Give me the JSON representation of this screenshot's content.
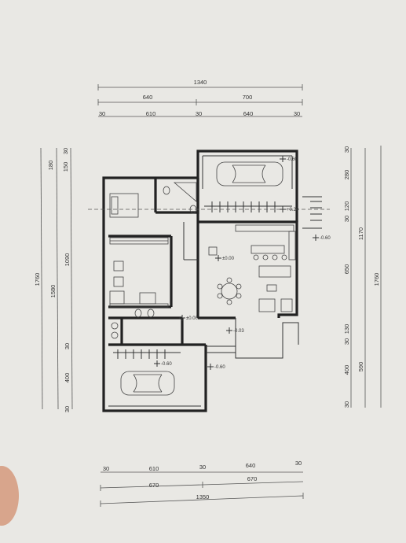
{
  "top_dims": {
    "total": "1340",
    "left": "640",
    "right": "700",
    "wall_a": "30",
    "span_a": "610",
    "wall_b": "30",
    "span_b": "640",
    "wall_c": "30"
  },
  "bottom_dims": {
    "wall_a": "30",
    "span_a": "610",
    "wall_b": "30",
    "span_b": "640",
    "wall_c": "30",
    "left": "670",
    "right": "670",
    "total": "1350"
  },
  "left_dims": {
    "total": "1760",
    "main": "1580",
    "top_a": "180",
    "top_b": "150",
    "top_c": "30",
    "mid": "1090",
    "low_wall": "30",
    "low_span": "400",
    "bottom_wall": "30"
  },
  "right_dims": {
    "top_wall": "30",
    "top_a": "280",
    "top_b": "120",
    "top_c": "30",
    "mid": "650",
    "mid_b": "130",
    "mid_c": "30",
    "low_a": "400",
    "low_b": "590",
    "bottom_wall": "30",
    "main": "1170",
    "total": "1760"
  },
  "levels": {
    "garage_top": "-0.60",
    "stair_top": "+0.20",
    "terrace_right": "-0.60",
    "living": "±0.00",
    "hall": "±0.00",
    "entry": "-0.03",
    "garage_bottom": "-0.60",
    "garage_bottom_right": "-0.60"
  }
}
